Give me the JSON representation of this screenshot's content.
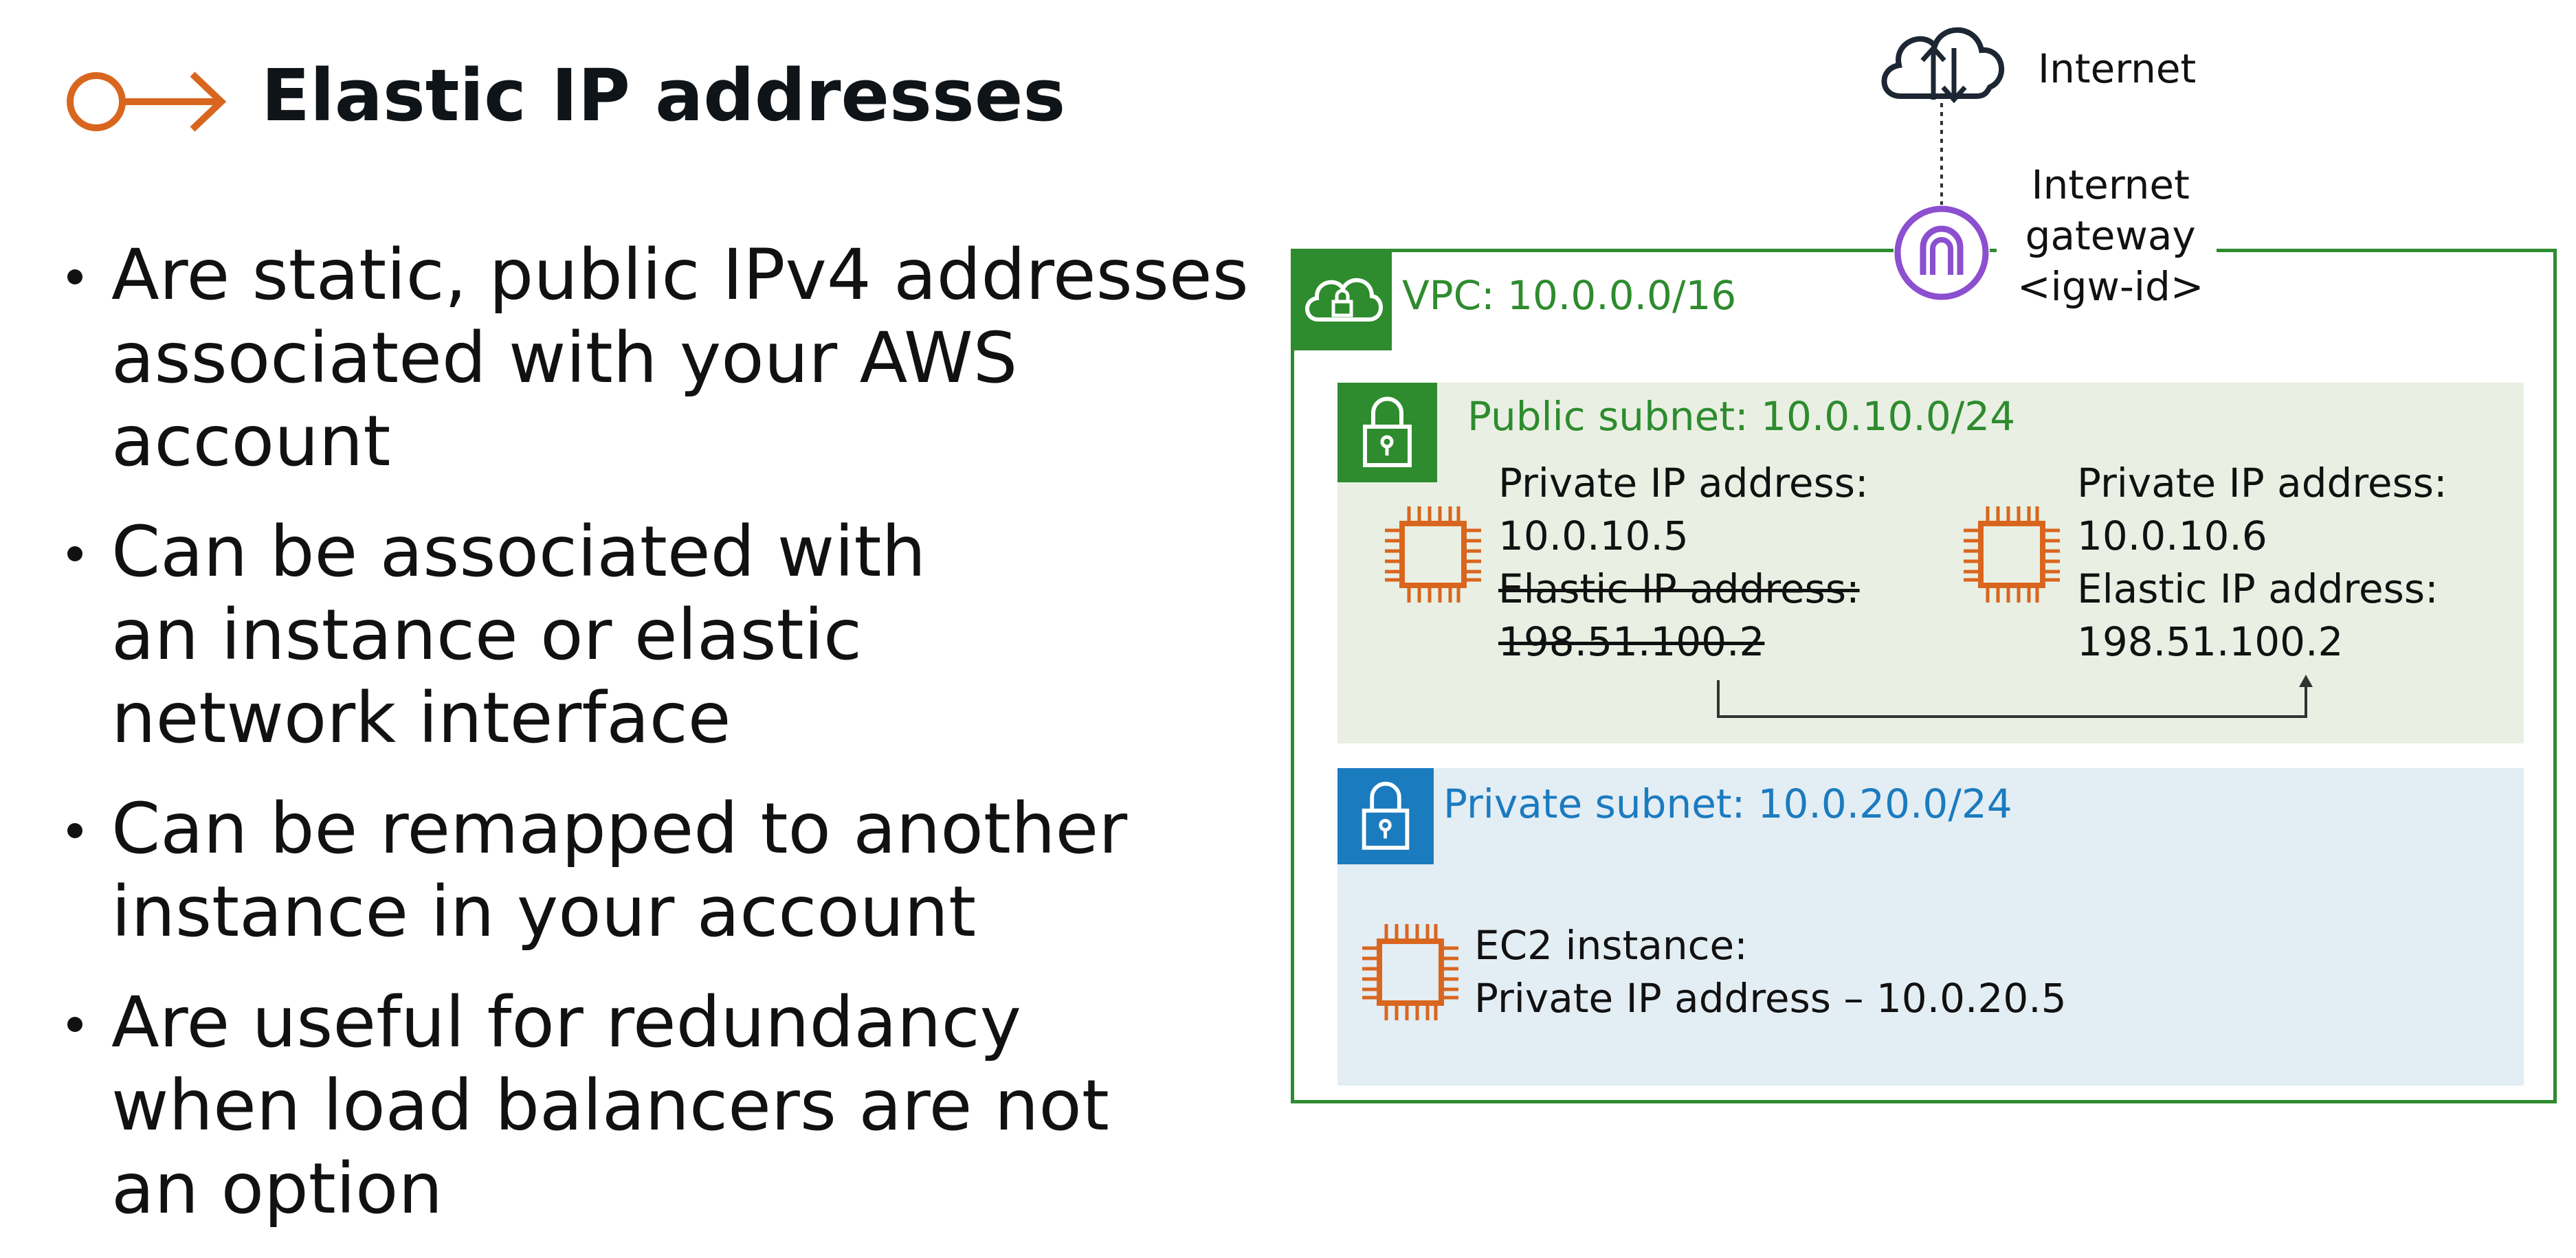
{
  "title": "Elastic IP addresses",
  "bullets": [
    "Are static, public IPv4 addresses associated with your AWS account",
    "Can be associated with an instance or elastic network interface",
    "Can be remapped to another instance in your account",
    "Are useful for redundancy when load balancers are not an option"
  ],
  "diagram": {
    "internet_label": "Internet",
    "gateway_label": [
      "Internet",
      "gateway",
      "<igw-id>"
    ],
    "vpc_label": "VPC: 10.0.0.0/16",
    "public_subnet_label": "Public subnet: 10.0.10.0/24",
    "instance_a": {
      "ip_heading": "Private IP address:",
      "ip": "10.0.10.5",
      "eip_heading": "Elastic IP address:",
      "eip": "198.51.100.2"
    },
    "instance_b": {
      "ip_heading": "Private IP address:",
      "ip": "10.0.10.6",
      "eip_heading": "Elastic IP address:",
      "eip": "198.51.100.2"
    },
    "private_subnet_label": "Private subnet: 10.0.20.0/24",
    "private_instance": {
      "heading": "EC2 instance:",
      "detail": "Private IP address – 10.0.20.5"
    }
  },
  "colors": {
    "accent_orange": "#d9661f",
    "vpc_green": "#2e8b2e",
    "public_subnet_bg": "#e9f0e3",
    "private_subnet_bg": "#e3edf4",
    "private_blue": "#1b7bbf",
    "gateway_purple": "#8c4fcf"
  }
}
